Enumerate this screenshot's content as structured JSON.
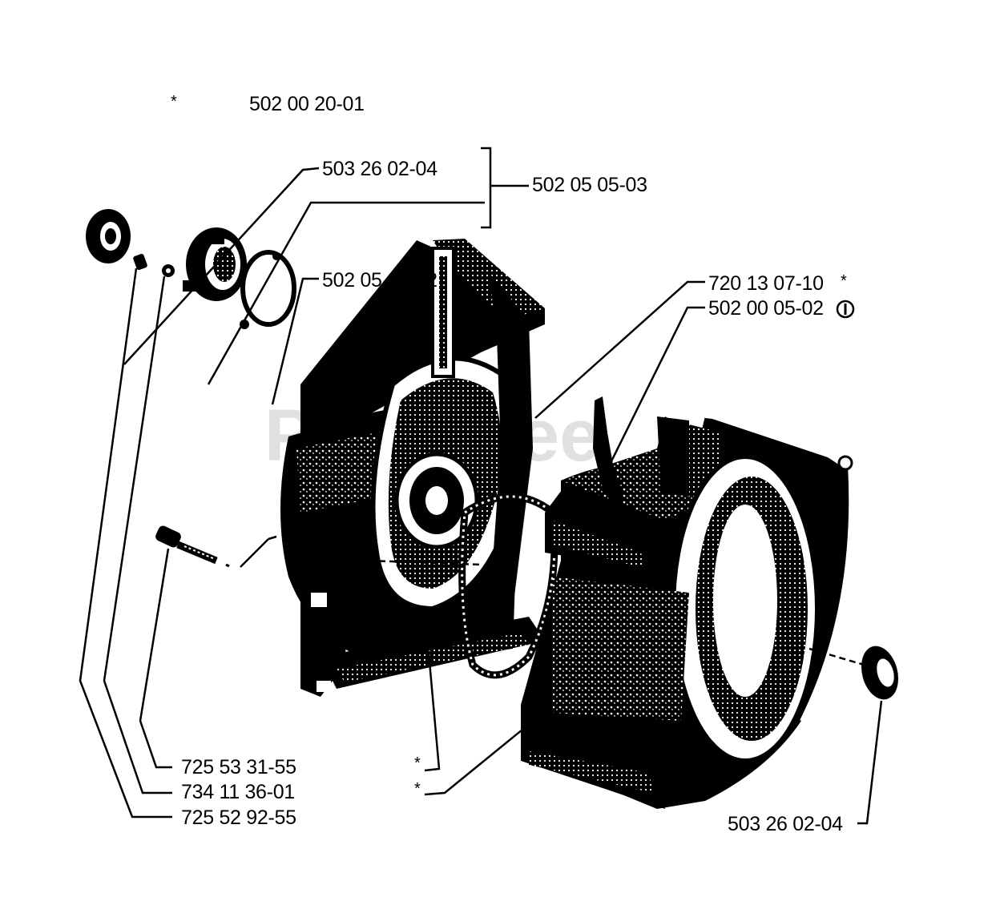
{
  "header": {
    "asterisk": "*",
    "kit_part": "502 00 20-01"
  },
  "watermark": "PartsTree",
  "parts": {
    "seal_left": "503 26 02-04",
    "bracket_group": "502 05 05-03",
    "gasket": "502 05 07-02",
    "stud": "720 13 07-10",
    "stud_mark": "*",
    "crankcase": "502 00 05-02",
    "screw": "725 53 31-55",
    "washer": "734 11 36-01",
    "screw_small": "725 52 92-55",
    "seal_right": "503 26 02-04",
    "star_a": "*",
    "star_b": "*"
  },
  "colors": {
    "ink": "#000000",
    "paper": "#ffffff",
    "watermark": "#d9d9d9"
  }
}
